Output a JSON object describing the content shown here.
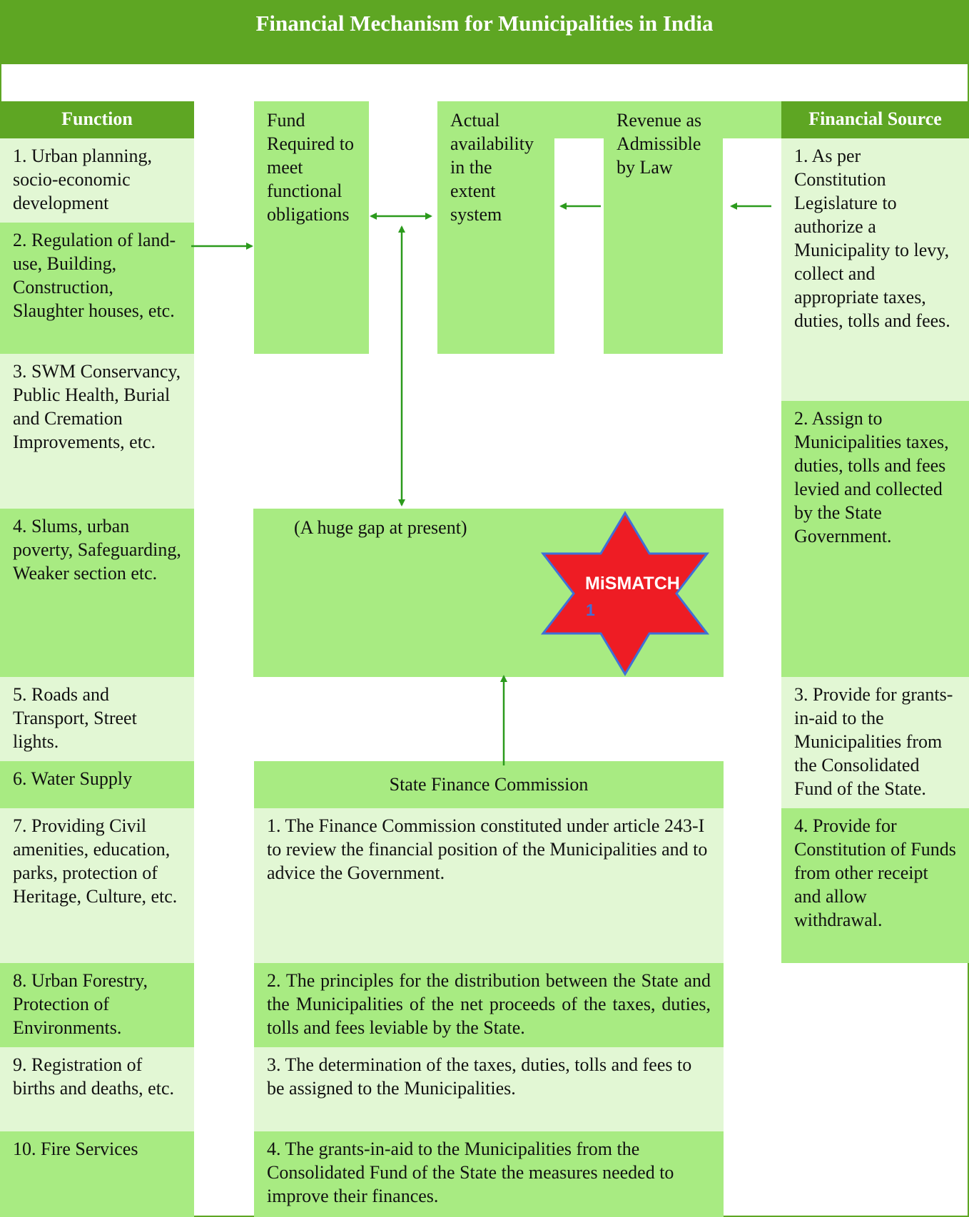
{
  "title": "Financial Mechanism for Municipalities in India",
  "function_header": "Function",
  "functions": [
    "1. Urban planning, socio-economic development",
    "2. Regulation of land-use, Building, Construction, Slaughter houses, etc.",
    "3. SWM Conservancy, Public Health, Burial and Cremation Improvements, etc.",
    "4. Slums, urban poverty, Safeguarding, Weaker section etc.",
    "5. Roads and Transport, Street lights.",
    "6. Water Supply",
    "7. Providing Civil amenities, education, parks, protection of Heritage, Culture, etc.",
    "8. Urban Forestry, Protection of Environments.",
    "9. Registration of births and deaths, etc.",
    "10. Fire Services"
  ],
  "flow_boxes": {
    "fund_required": "Fund Required to meet functional obligations",
    "actual_availability": "Actual availability in the extent system",
    "revenue_admissible": "Revenue as Admissible by Law"
  },
  "gap_box": {
    "text": "(A huge gap at present)",
    "star_label": "MiSMATCH",
    "star_number": "1"
  },
  "sfc": {
    "header": "State Finance Commission",
    "items": [
      "1. The Finance Commission constituted under article 243-I to review the financial position of the Municipalities and to advice the Government.",
      "2. The principles for the distribution between the State and the Municipalities of the net proceeds of the taxes, duties, tolls and fees leviable by the State.",
      "3. The determination of the taxes, duties, tolls and fees to be assigned to the Municipalities.",
      "4. The grants-in-aid to the Municipalities from the Consolidated Fund of the State the measures needed to improve their finances."
    ]
  },
  "financial_source_header": "Financial Source",
  "sources": [
    "1. As per Constitution Legislature to authorize a Municipality to levy, collect and appropriate taxes, duties, tolls and fees.",
    "2. Assign to Municipalities taxes, duties, tolls and fees levied and collected by the State Government.",
    "3. Provide for grants-in-aid to the Municipalities from the Consolidated Fund of the State.",
    "4. Provide for Constitution of Funds from other receipt and allow withdrawal."
  ],
  "colors": {
    "dark_green": "#5ea623",
    "medium_green": "#a8eb82",
    "light_green": "#e2f7d4",
    "arrow_green": "#2b9a1c",
    "star_red": "#ee1c24",
    "star_border": "#3f6fd8"
  }
}
